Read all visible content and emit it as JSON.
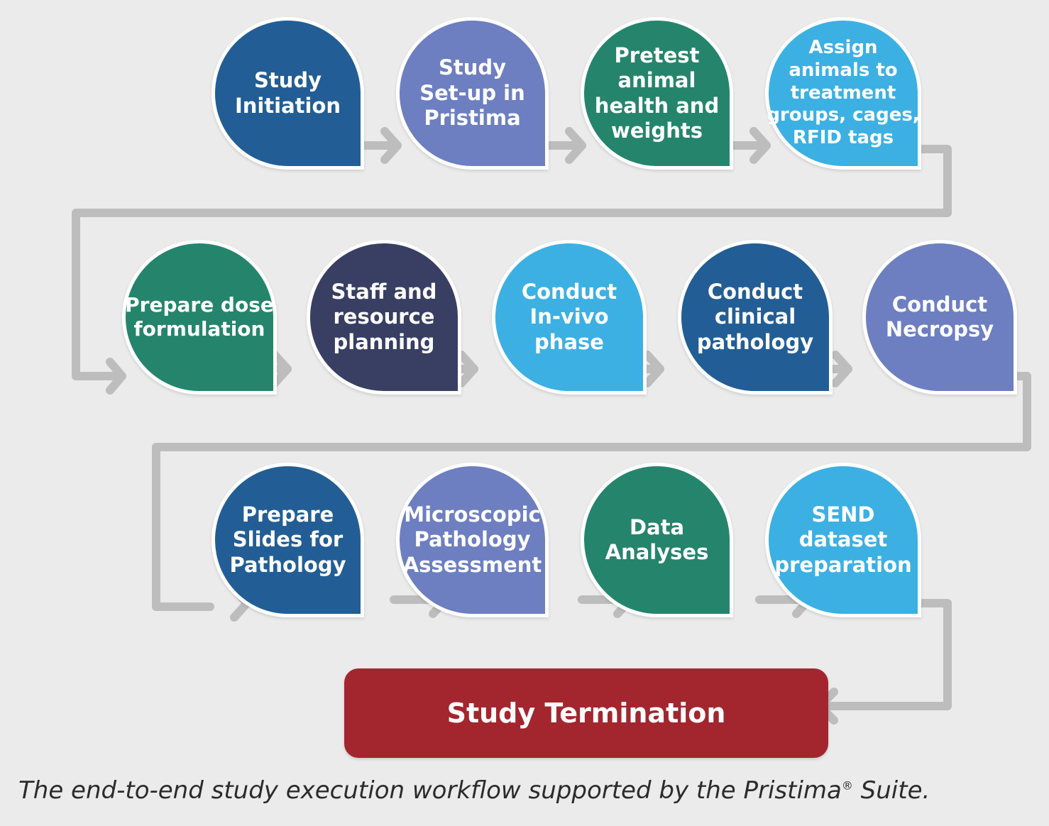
{
  "colors": {
    "dark_blue": "#225e95",
    "periwinkle": "#6d7fc0",
    "teal": "#25856c",
    "sky_blue": "#3cb0e3",
    "navy": "#383f63",
    "termination_red": "#a3262e",
    "connector_gray": "#bdbdbd",
    "background": "#ebebeb"
  },
  "steps": [
    {
      "lines": [
        "Study",
        "Initiation"
      ],
      "color": "dark_blue"
    },
    {
      "lines": [
        "Study",
        "Set-up in",
        "Pristima"
      ],
      "color": "periwinkle"
    },
    {
      "lines": [
        "Pretest",
        "animal",
        "health and",
        "weights"
      ],
      "color": "teal"
    },
    {
      "lines": [
        "Assign",
        "animals to",
        "treatment",
        "groups, cages,",
        "RFID tags"
      ],
      "color": "sky_blue"
    },
    {
      "lines": [
        "Prepare dose",
        "formulation"
      ],
      "color": "teal"
    },
    {
      "lines": [
        "Staff and",
        "resource",
        "planning"
      ],
      "color": "navy"
    },
    {
      "lines": [
        "Conduct",
        "In-vivo",
        "phase"
      ],
      "color": "sky_blue"
    },
    {
      "lines": [
        "Conduct",
        "clinical",
        "pathology"
      ],
      "color": "dark_blue"
    },
    {
      "lines": [
        "Conduct",
        "Necropsy"
      ],
      "color": "periwinkle"
    },
    {
      "lines": [
        "Prepare",
        "Slides for",
        "Pathology"
      ],
      "color": "dark_blue"
    },
    {
      "lines": [
        "Microscopic",
        "Pathology",
        "Assessment"
      ],
      "color": "periwinkle"
    },
    {
      "lines": [
        "Data",
        "Analyses"
      ],
      "color": "teal"
    },
    {
      "lines": [
        "SEND",
        "dataset",
        "preparation"
      ],
      "color": "sky_blue"
    }
  ],
  "termination": {
    "label": "Study Termination"
  },
  "caption": {
    "text_before": "The end-to-end study execution workflow supported by the Pristima",
    "registered": "®",
    "text_after": " Suite."
  }
}
